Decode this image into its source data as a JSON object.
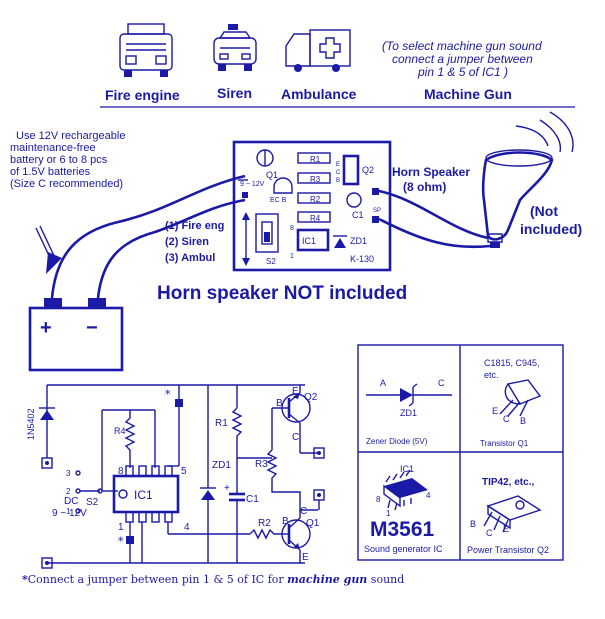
{
  "top_items": [
    "Fire engine",
    "Siren",
    "Ambulance",
    "Machine Gun"
  ],
  "machine_gun_note": [
    "(To select machine gun sound",
    "connect a jumper between",
    "pin 1  &  5  of IC1 )"
  ],
  "battery_note": [
    "Use 12V rechargeable",
    "maintenance-free",
    "battery or 6 to 8 pcs",
    "of 1.5V batteries",
    "(Size C recommended)"
  ],
  "pcb": {
    "q1": "Q1",
    "volt": "9 ~ 12V",
    "ecb": "EC B",
    "r1": "R1",
    "r2": "R2",
    "r3": "R3",
    "r4": "R4",
    "q2": "Q2",
    "c1": "C1",
    "ic1": "IC1",
    "zd1": "ZD1",
    "s2": "S2",
    "pin8": "8",
    "pin1": "1",
    "kit": "K-130",
    "sp": "SP",
    "ecb_right": [
      "E",
      "C",
      "B"
    ]
  },
  "switch_options": [
    "(1) Fire eng",
    "(2) Siren",
    "(3) Ambul"
  ],
  "horn_label": [
    "Horn Speaker",
    "(8 ohm)"
  ],
  "not_included": [
    "(Not",
    "included)"
  ],
  "warning": "Horn speaker NOT included",
  "battery_marks": [
    "+",
    "−"
  ],
  "schematic": {
    "diode": "1N5402",
    "r4": "R4",
    "r1": "R1",
    "r2": "R2",
    "r3": "R3",
    "ic1": "IC1",
    "zd1": "ZD1",
    "c1": "C1",
    "c1_plus": "+",
    "q1": "Q1",
    "q2": "Q2",
    "s2": "S2",
    "dc": "DC",
    "dc_range": "9 ~ 12V",
    "pin8": "8",
    "pin5": "5",
    "pin1": "1",
    "pin4": "4",
    "sw": [
      "3",
      "2",
      "1"
    ],
    "e": "E",
    "b": "B",
    "c": "C",
    "star": "*"
  },
  "parts": {
    "zener_a": "A",
    "zener_c": "C",
    "zener_label": "ZD1",
    "zener_caption": "Zener Diode (5V)",
    "q1_types": [
      "C1815, C945,",
      "etc."
    ],
    "q1_pins": [
      "E",
      "C",
      "B"
    ],
    "q1_caption": "Transistor Q1",
    "ic_label": "IC1",
    "ic_pins": [
      "8",
      "1",
      "4"
    ],
    "ic_part": "M3561",
    "ic_caption": "Sound generator IC",
    "q2_types": "TIP42, etc.,",
    "q2_pins": [
      "B",
      "C",
      "E"
    ],
    "q2_caption": "Power Transistor Q2"
  },
  "footnote": {
    "star": "*",
    "text": "Connect a jumper between pin 1 & 5 of IC for ",
    "emph": "machine gun",
    "tail": " sound"
  }
}
